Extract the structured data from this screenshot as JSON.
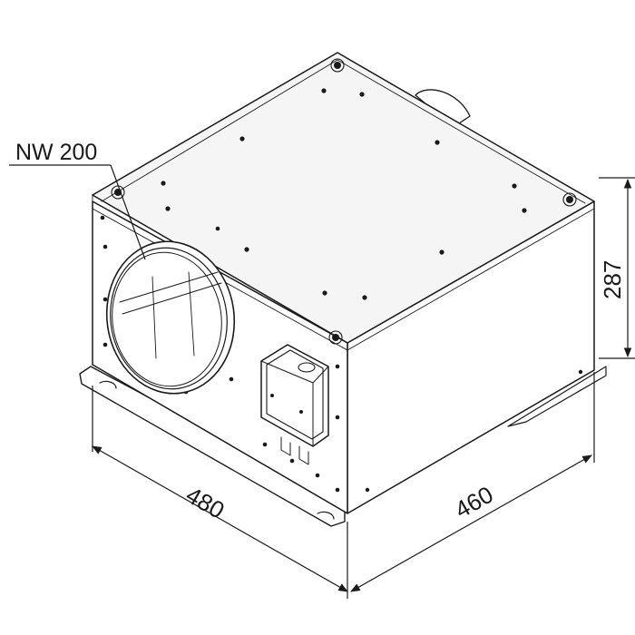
{
  "drawing": {
    "nominal_label": "NW 200",
    "dim_width": "480",
    "dim_depth": "460",
    "dim_height": "287"
  },
  "colors": {
    "line": "#1a1a1a",
    "top_face": "#f5f5f5",
    "side_face": "#ffffff",
    "background": "#ffffff"
  }
}
